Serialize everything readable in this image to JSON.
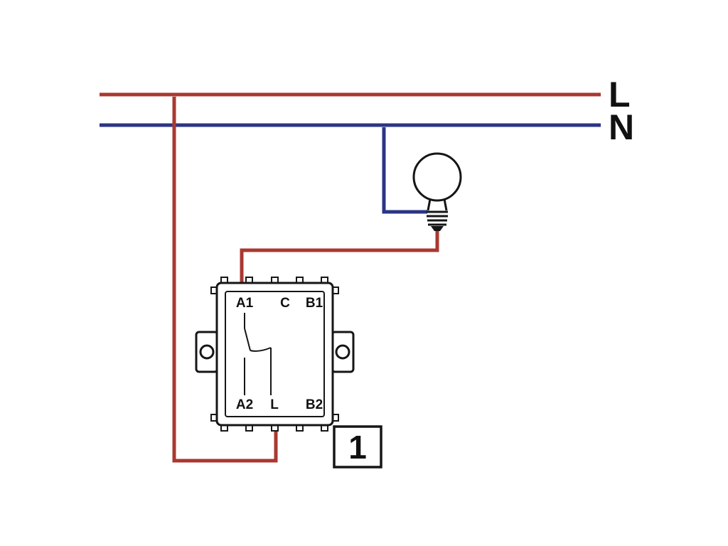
{
  "labels": {
    "live": "L",
    "neutral": "N"
  },
  "switch": {
    "terminals_top": [
      "A1",
      "C",
      "B1"
    ],
    "terminals_bottom": [
      "A2",
      "L",
      "B2"
    ]
  },
  "scheme_number": "1",
  "colors": {
    "live_wire": "#a93830",
    "neutral_wire": "#2b3585",
    "outline": "#161616"
  }
}
